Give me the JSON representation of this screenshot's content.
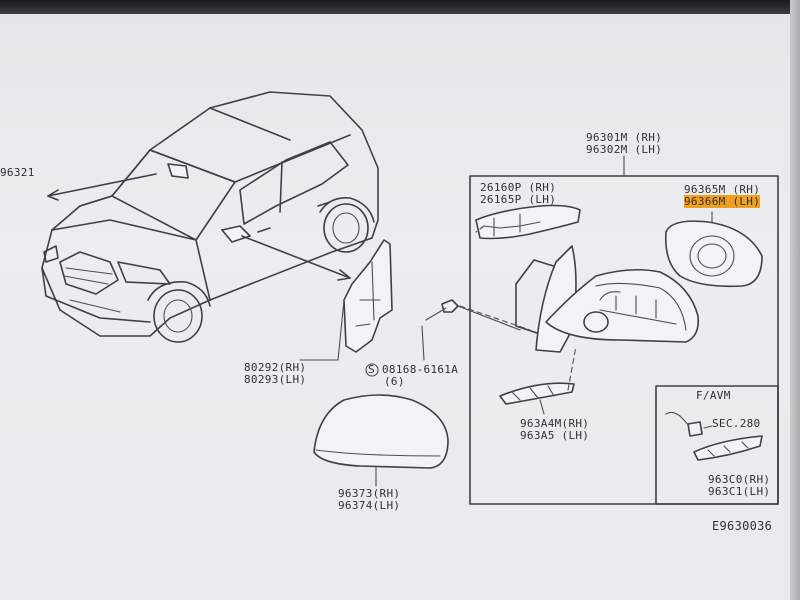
{
  "labels": {
    "part_96321": "96321",
    "part_96301": "96301M (RH)",
    "part_96302": "96302M (LH)",
    "part_26160": "26160P (RH)",
    "part_26165": "26165P (LH)",
    "part_96365": "96365M (RH)",
    "part_96366": "96366M (LH)",
    "part_80292": "80292(RH)",
    "part_80293": "80293(LH)",
    "part_bolt_circle": "S",
    "part_bolt": "08168-6161A",
    "part_bolt_qty": "(6)",
    "part_963a4": "963A4M(RH)",
    "part_963a5": "963A5 (LH)",
    "part_96373": "96373(RH)",
    "part_96374": "96374(LH)",
    "favm_title": "F/AVM",
    "sec_ref": "SEC.280",
    "part_963c0": "963C0(RH)",
    "part_963c1": "963C1(LH)",
    "drawing_no": "E9630036"
  },
  "highlight_color": "#f0a020"
}
